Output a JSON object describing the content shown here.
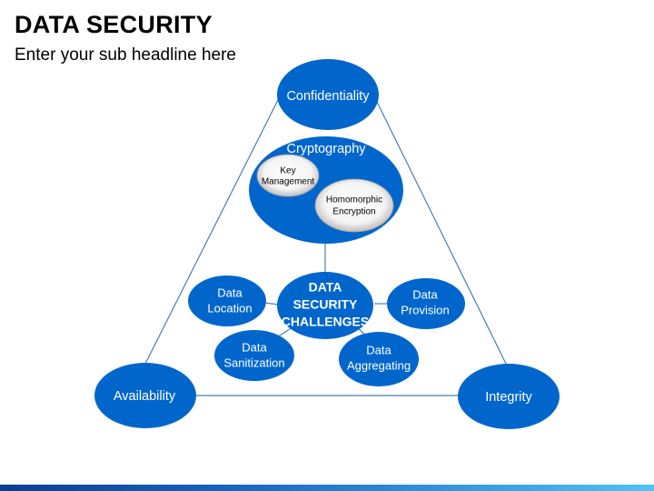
{
  "slide": {
    "title": "DATA SECURITY",
    "subtitle": "Enter your sub headline here"
  },
  "colors": {
    "node_fill": "#0066cc",
    "connector": "#4a7fb5",
    "sub_node_fill": "#ffffff"
  },
  "diagram": {
    "corners": {
      "confidentiality": "Confidentiality",
      "availability": "Availability",
      "integrity": "Integrity"
    },
    "cryptography": {
      "label": "Cryptography",
      "key_management": [
        "Key",
        "Management"
      ],
      "homomorphic": [
        "Homomorphic",
        "Encryption"
      ]
    },
    "center": [
      "DATA",
      "SECURITY",
      "CHALLENGES"
    ],
    "challenges": {
      "location": [
        "Data",
        "Location"
      ],
      "provision": [
        "Data",
        "Provision"
      ],
      "sanitization": [
        "Data",
        "Sanitization"
      ],
      "aggregating": [
        "Data",
        "Aggregating"
      ]
    }
  }
}
